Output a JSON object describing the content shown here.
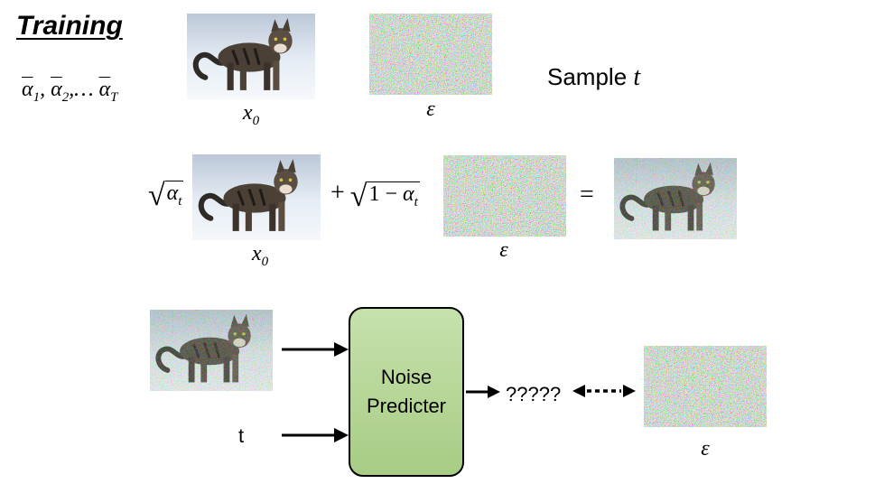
{
  "title": "Training",
  "alpha_sequence": {
    "base": "α",
    "sub1": "1",
    "sub2": "2",
    "dots": ",…",
    "subT": "T"
  },
  "captions": {
    "x0": "x",
    "x0_sub": "0",
    "eps": "ε"
  },
  "sample_label": "Sample ",
  "sample_var": "t",
  "equation": {
    "sqrt_alpha_base": "α",
    "sqrt_alpha_sub": "t",
    "plus": "+",
    "one_minus": "1 − ",
    "equals": "="
  },
  "network": {
    "line1": "Noise",
    "line2": "Predicter"
  },
  "unknown_output": "?????",
  "t_input": "t",
  "icons": [
    "cat-photo",
    "gaussian-noise",
    "arrow-right",
    "double-arrow-dotted"
  ],
  "colors": {
    "box_fill": "#b5d695",
    "box_border": "#000000"
  }
}
